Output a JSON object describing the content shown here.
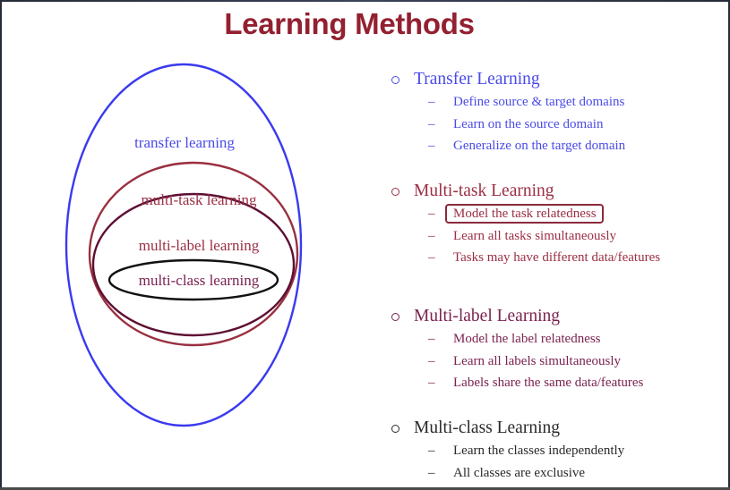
{
  "title": "Learning Methods",
  "colors": {
    "title": "#932030",
    "transfer": "#3a3af0",
    "multi_task": "#9b2f45",
    "multi_label": "#6a0f35",
    "multi_class": "#111111"
  },
  "diagram": {
    "type": "nested-ellipses",
    "labels": {
      "transfer": "transfer learning",
      "multi_task": "multi-task learning",
      "multi_label": "multi-label learning",
      "multi_class": "multi-class learning"
    }
  },
  "sections": [
    {
      "title": "Transfer Learning",
      "items": [
        "Define source & target domains",
        "Learn on the source domain",
        "Generalize on the target domain"
      ]
    },
    {
      "title": "Multi-task Learning",
      "items": [
        "Model the task relatedness",
        "Learn all tasks simultaneously",
        "Tasks may have different data/features"
      ],
      "highlighted_item": 0
    },
    {
      "title": "Multi-label Learning",
      "items": [
        "Model the label relatedness",
        "Learn all labels simultaneously",
        "Labels share the same data/features"
      ]
    },
    {
      "title": "Multi-class Learning",
      "items": [
        "Learn the classes independently",
        "All classes are exclusive"
      ]
    }
  ],
  "dash": "–"
}
